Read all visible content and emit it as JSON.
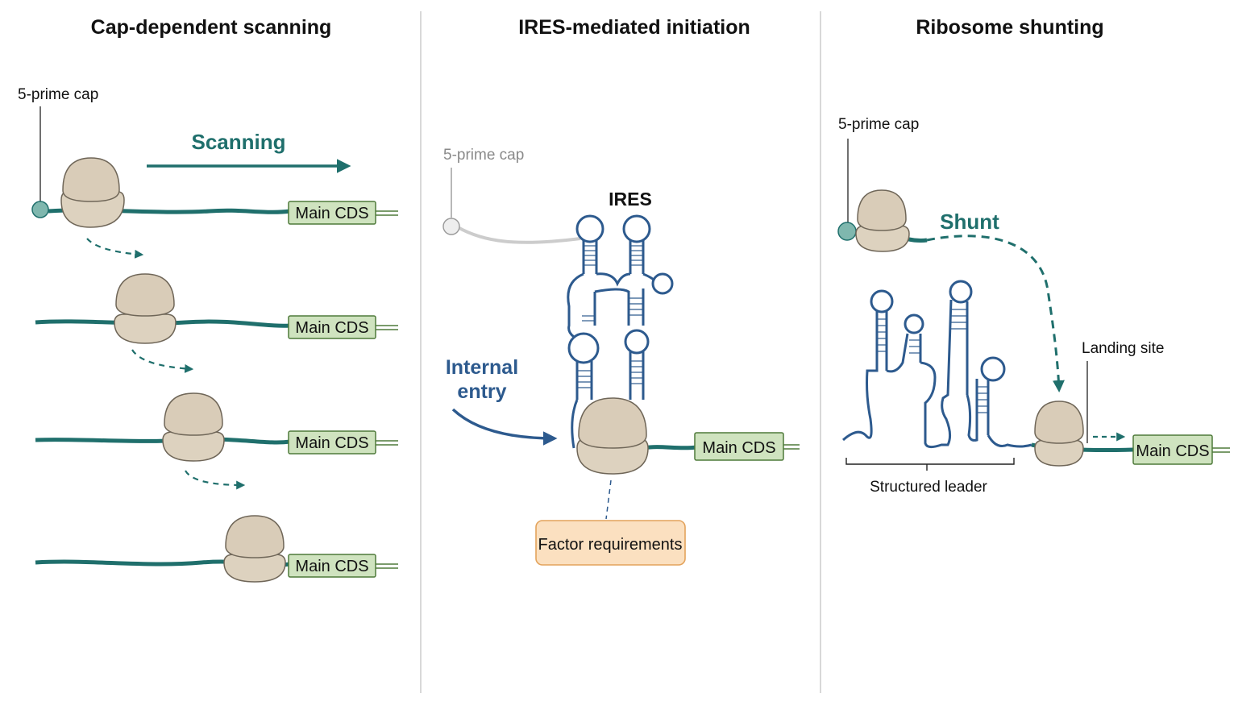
{
  "panels": [
    {
      "title": "Cap-dependent scanning",
      "cap_label": "5-prime cap",
      "arrow_label": "Scanning",
      "cds_label": "Main CDS"
    },
    {
      "title": "IRES-mediated initiation",
      "cap_label": "5-prime cap",
      "ires_label": "IRES",
      "entry_label_line1": "Internal",
      "entry_label_line2": "entry",
      "factor_label": "Factor requirements",
      "cds_label": "Main CDS"
    },
    {
      "title": "Ribosome shunting",
      "cap_label": "5-prime cap",
      "shunt_label": "Shunt",
      "landing_label": "Landing site",
      "leader_label": "Structured leader",
      "cds_label": "Main CDS"
    }
  ],
  "colors": {
    "mrna_teal": "#1f6f6c",
    "ires_blue": "#2d5a8e",
    "ribosome": "#d9ccb8",
    "cds_fill": "#cfe3bf",
    "cds_stroke": "#4f7a3a",
    "factor_fill": "#fbe0c0",
    "factor_stroke": "#e3a35c",
    "divider": "#cccccc",
    "cap": "#7fb7ae"
  }
}
